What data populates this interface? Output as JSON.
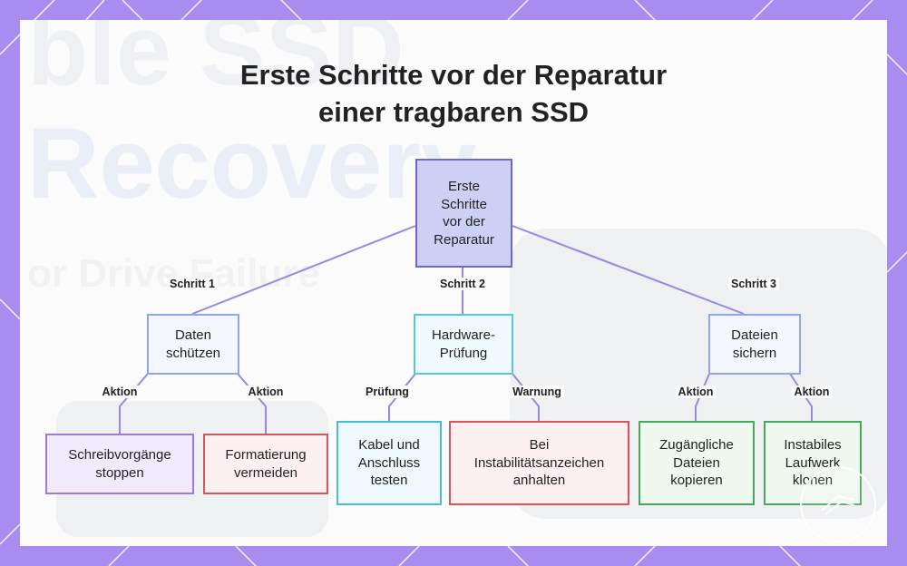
{
  "title": {
    "line1": "Erste Schritte vor der Reparatur",
    "line2": "einer tragbaren SSD"
  },
  "nodes": {
    "root": "Erste\nSchritte\nvor der\nReparatur",
    "step1": "Daten\nschützen",
    "step2": "Hardware-\nPrüfung",
    "step3": "Dateien\nsichern",
    "leaf1": "Schreibvorgänge\nstoppen",
    "leaf2": "Formatierung\nvermeiden",
    "leaf3": "Kabel und\nAnschluss\ntesten",
    "leaf4": "Bei\nInstabilitätsanzeichen\nanhalten",
    "leaf5": "Zugängliche\nDateien\nkopieren",
    "leaf6": "Instabiles\nLaufwerk\nklonen"
  },
  "edge_labels": {
    "step1": "Schritt 1",
    "step2": "Schritt 2",
    "step3": "Schritt 3",
    "leaf1": "Aktion",
    "leaf2": "Aktion",
    "leaf3": "Prüfung",
    "leaf4": "Warnung",
    "leaf5": "Aktion",
    "leaf6": "Aktion"
  },
  "background_text": {
    "line1": "ble SSD",
    "line2": "Recovery",
    "line3": "or Drive Failure"
  },
  "colors": {
    "frame": "#a88cf0",
    "connector": "#9b86e6",
    "root_fill": "#cdd0f5",
    "leaf_purple": "#a07ad9",
    "leaf_red": "#d9545c",
    "leaf_cyan": "#4fb8d2",
    "leaf_green": "#4aa55e"
  },
  "icons": {
    "watermark": "circle-logo-icon"
  }
}
